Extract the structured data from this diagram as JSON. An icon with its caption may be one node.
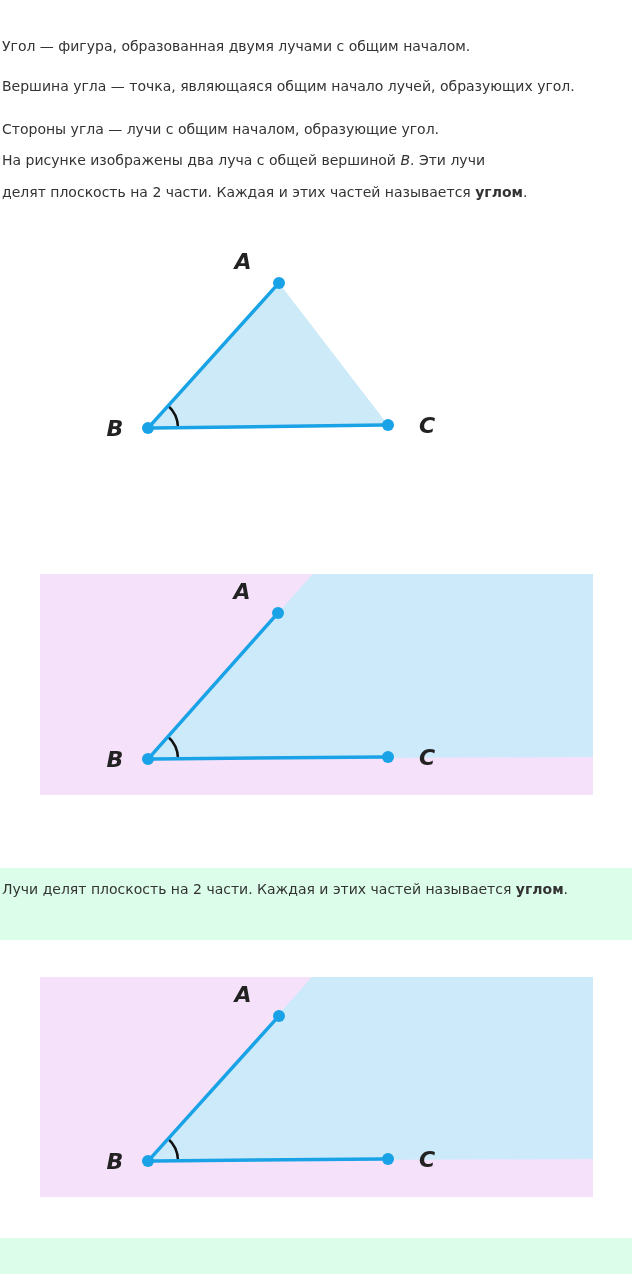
{
  "diagram": {
    "nodes": [
      {
        "text": [
          "A"
        ]
      },
      {
        "text": [
          "B"
        ]
      },
      {
        "text": [
          "C"
        ]
      },
      {
        "text": [
          "A"
        ]
      },
      {
        "text": [
          "B"
        ]
      },
      {
        "text": [
          "C"
        ]
      },
      {
        "text": [
          "A"
        ]
      },
      {
        "text": [
          "B"
        ]
      },
      {
        "text": [
          "C"
        ]
      }
    ],
    "edges": [
      {
        "from": 1,
        "to": 0,
        "arrow": "none"
      },
      {
        "from": 1,
        "to": 2,
        "arrow": "none"
      },
      {
        "from": 4,
        "to": 3,
        "arrow": "none"
      },
      {
        "from": 4,
        "to": 5,
        "arrow": "none"
      },
      {
        "from": 7,
        "to": 6,
        "arrow": "none"
      },
      {
        "from": 7,
        "to": 8,
        "arrow": "none"
      }
    ],
    "labels": [
      "Угол — фигура, образованная двумя лучами с общим началом.",
      "Вершина угла — точка, являющаяся общим начало лучей, образующих угол.",
      "Стороны угла — лучи с общим началом, образующие угол.",
      "На рисунке изображены два луча с общей вершиной *B*. Эти лучи делят плоскость на 2 части. Каждая и этих частей называется **углом**.",
      "Лучи делят плоскость на 2 части. Каждая и этих частей называется **углом**."
    ]
  }
}
